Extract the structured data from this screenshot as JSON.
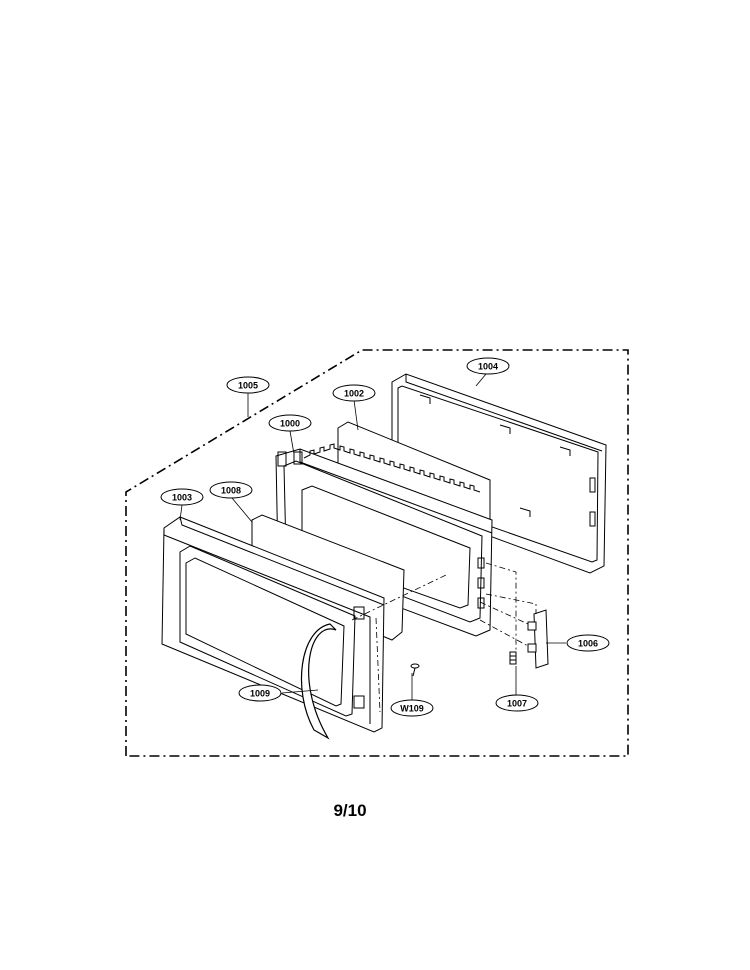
{
  "diagram": {
    "callouts": {
      "c1000": "1000",
      "c1002": "1002",
      "c1003": "1003",
      "c1004": "1004",
      "c1005": "1005",
      "c1006": "1006",
      "c1007": "1007",
      "c1008": "1008",
      "c1009": "1009",
      "cW109": "W109"
    }
  },
  "footer": {
    "page": "9/10"
  }
}
